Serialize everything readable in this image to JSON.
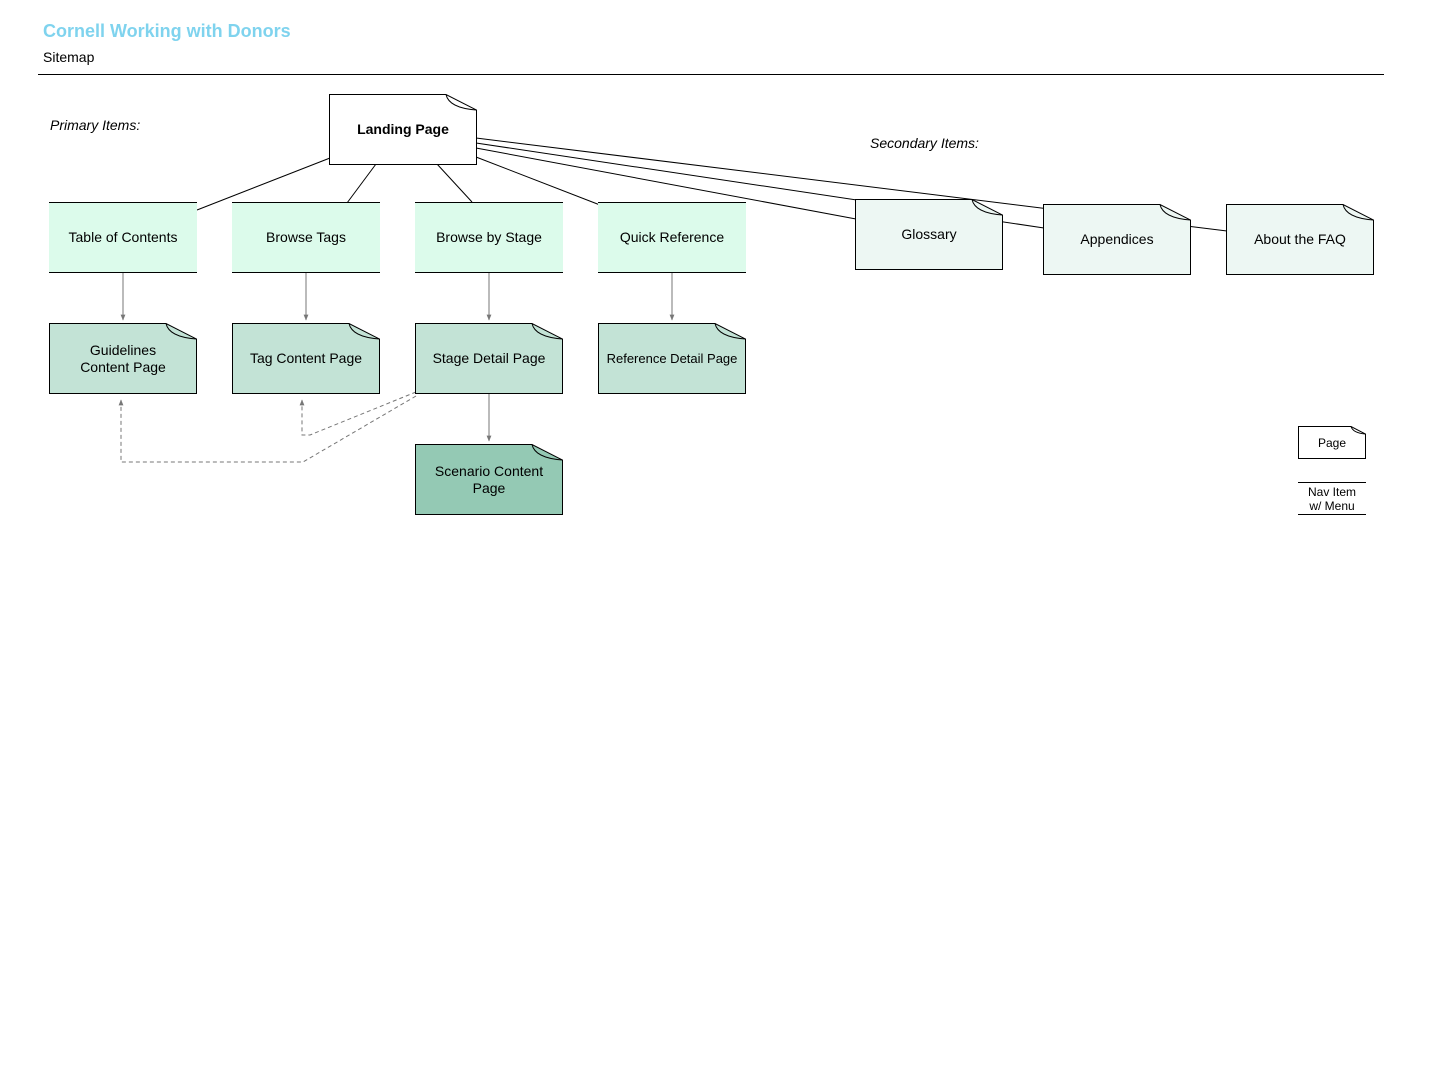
{
  "header": {
    "title": "Cornell Working with Donors",
    "subtitle": "Sitemap"
  },
  "sections": {
    "primary": "Primary Items:",
    "secondary": "Secondary Items:"
  },
  "nodes": {
    "landing": "Landing Page",
    "toc": "Table of Contents",
    "browse_tags": "Browse Tags",
    "browse_stage": "Browse by Stage",
    "quick_ref": "Quick Reference",
    "glossary": "Glossary",
    "appendices": "Appendices",
    "about": "About the FAQ",
    "guidelines": "Guidelines Content Page",
    "tag_content": "Tag Content Page",
    "stage_detail": "Stage Detail Page",
    "reference_detail": "Reference Detail Page",
    "scenario": "Scenario Content Page"
  },
  "legend": {
    "page": "Page",
    "nav_item": "Nav Item w/ Menu"
  },
  "colors": {
    "title": "#7fd3ee",
    "nav_item_fill": "#dcfbeb",
    "secondary_page_fill": "#edf7f3",
    "content_page_fill": "#c3e3d6",
    "scenario_page_fill": "#94c9b4",
    "page_fill": "#ffffff"
  }
}
